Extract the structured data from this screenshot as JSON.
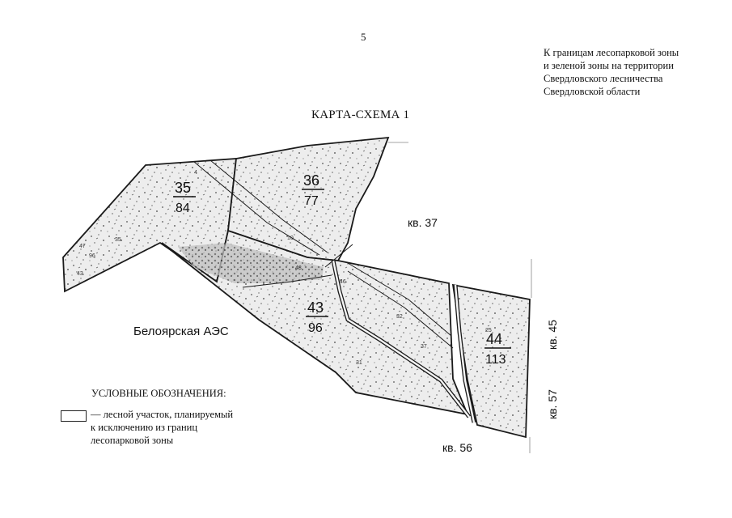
{
  "page_number": "5",
  "caption": {
    "lines": [
      "К границам лесопарковой зоны",
      "и зеленой зоны на территории",
      "Свердловского лесничества",
      "Свердловской области"
    ]
  },
  "title": "КАРТА-СХЕМА 1",
  "plots": [
    {
      "num": "35",
      "den": "84"
    },
    {
      "num": "36",
      "den": "77"
    },
    {
      "num": "43",
      "den": "96"
    },
    {
      "num": "44",
      "den": "113"
    }
  ],
  "quarter_labels": {
    "kv37": "кв. 37",
    "kv45": "кв. 45",
    "kv57": "кв. 57",
    "kv56": "кв. 56"
  },
  "place_label": "Белоярская АЭС",
  "legend": {
    "title": "УСЛОВНЫЕ ОБОЗНАЧЕНИЯ:",
    "lines": [
      "— лесной участок, планируемый",
      "к исключению из границ",
      "лесопарковой зоны"
    ]
  },
  "colors": {
    "outline": "#1a1a1a",
    "speckle": "#4a4a4a",
    "fill": "#e9e9e9"
  }
}
